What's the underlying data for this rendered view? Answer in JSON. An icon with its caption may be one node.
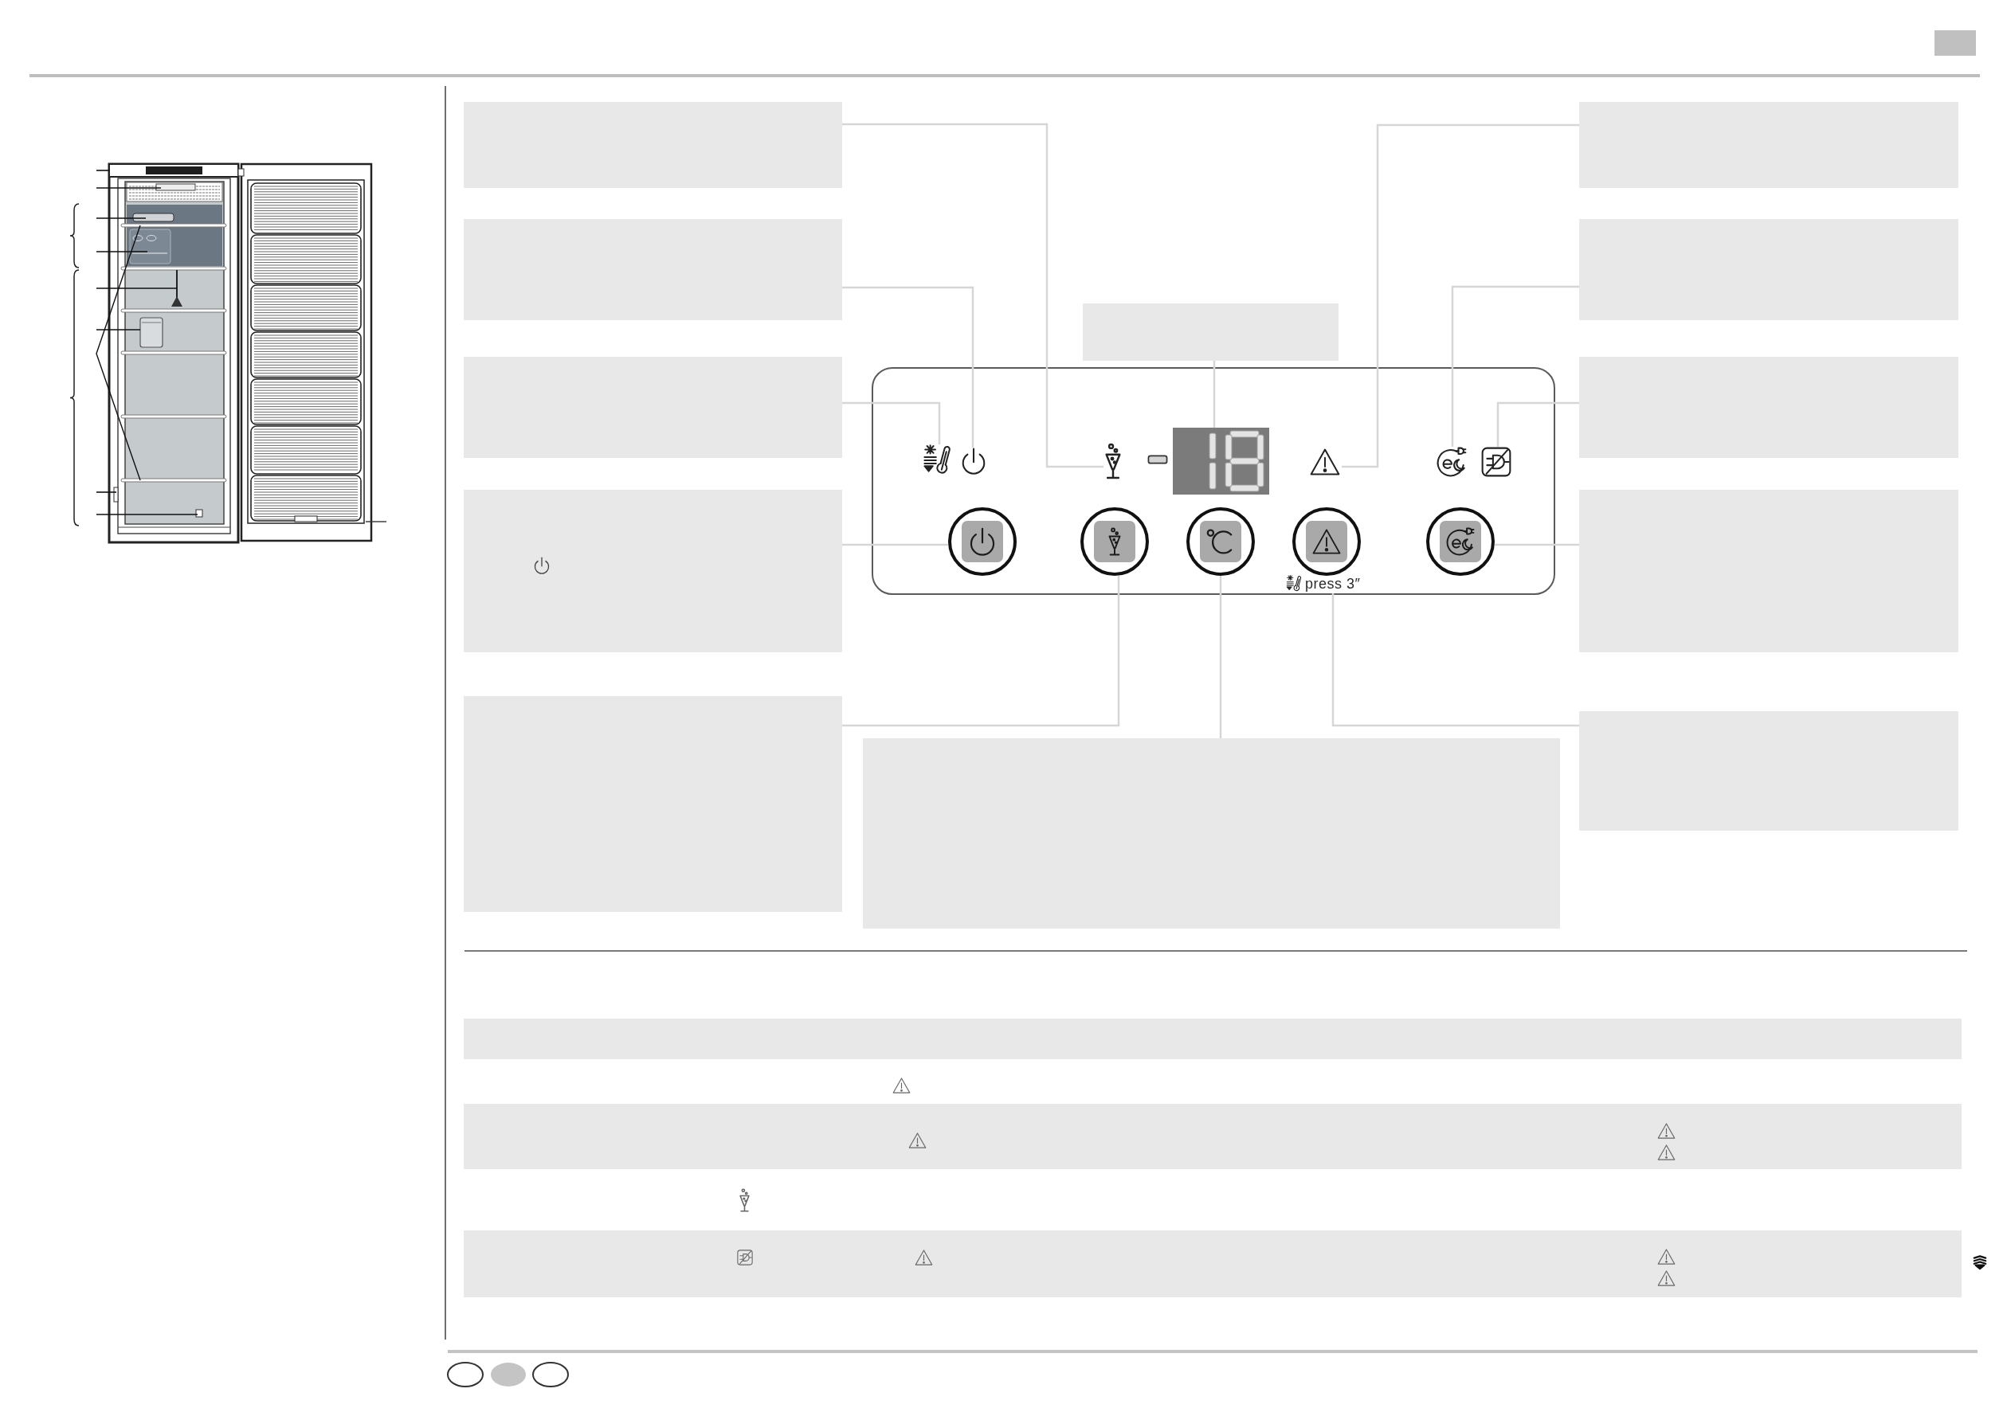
{
  "diagram": {
    "nodes": [
      {
        "text": [],
        "shape": "box"
      },
      {
        "text": [],
        "shape": "box"
      },
      {
        "text": [],
        "shape": "box"
      },
      {
        "text": [],
        "shape": "box"
      },
      {
        "text": [],
        "shape": "box"
      },
      {
        "text": [],
        "shape": "box"
      },
      {
        "text": [],
        "shape": "box"
      },
      {
        "text": [],
        "shape": "box"
      },
      {
        "text": [],
        "shape": "box"
      },
      {
        "text": [],
        "shape": "box"
      },
      {
        "text": [],
        "shape": "box"
      },
      {
        "text": [],
        "shape": "box"
      },
      {
        "text": [],
        "shape": "picture",
        "in": 11
      },
      {
        "text": [],
        "shape": "picture",
        "in": 11
      },
      {
        "text": [],
        "shape": "picture",
        "in": 11
      },
      {
        "text": [],
        "shape": "box",
        "in": 11
      },
      {
        "text": [],
        "shape": "picture",
        "in": 11
      },
      {
        "text": [],
        "shape": "picture",
        "in": 11
      },
      {
        "text": [],
        "shape": "picture",
        "in": 11
      },
      {
        "text": [],
        "shape": "circle",
        "in": 11
      },
      {
        "text": [],
        "shape": "circle",
        "in": 11
      },
      {
        "text": [],
        "shape": "circle",
        "in": 11
      },
      {
        "text": [],
        "shape": "circle",
        "in": 11
      },
      {
        "text": [],
        "shape": "circle",
        "in": 11
      },
      {
        "text": [
          "press 3″"
        ],
        "in": 11
      },
      {
        "text": [],
        "shape": "box"
      }
    ],
    "edges": [
      {
        "from": 0,
        "to": 14,
        "arrow": "none"
      },
      {
        "from": 1,
        "to": 13,
        "arrow": "none"
      },
      {
        "from": 2,
        "to": 12,
        "arrow": "none"
      },
      {
        "from": 3,
        "to": 19,
        "arrow": "none"
      },
      {
        "from": 4,
        "to": 20,
        "arrow": "none"
      },
      {
        "from": 5,
        "to": 15,
        "arrow": "none"
      },
      {
        "from": 6,
        "to": 16,
        "arrow": "none"
      },
      {
        "from": 7,
        "to": 17,
        "arrow": "none"
      },
      {
        "from": 8,
        "to": 18,
        "arrow": "none"
      },
      {
        "from": 9,
        "to": 23,
        "arrow": "none"
      },
      {
        "from": 10,
        "to": 24,
        "arrow": "none"
      },
      {
        "from": 25,
        "to": 21,
        "arrow": "none"
      }
    ]
  }
}
